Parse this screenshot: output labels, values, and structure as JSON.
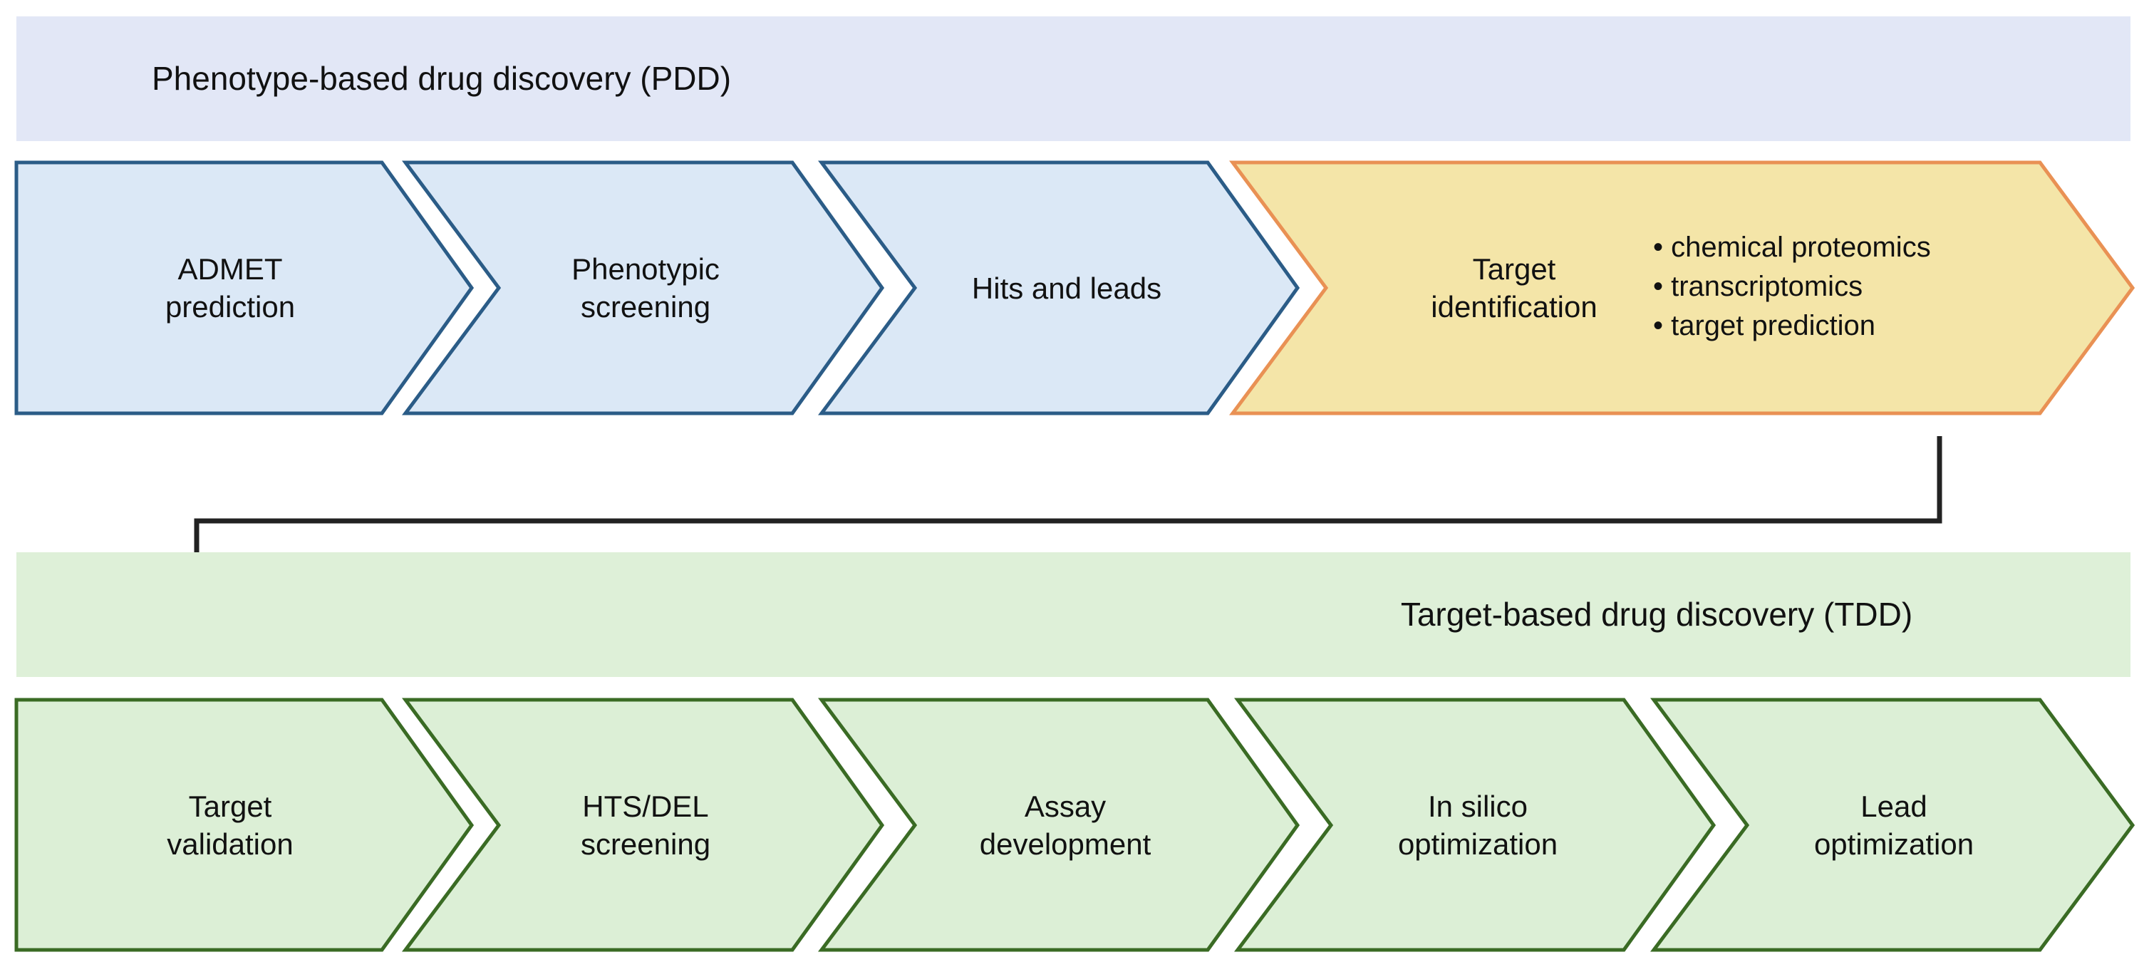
{
  "colors": {
    "pdd_banner_bg": "#E2E7F6",
    "tdd_banner_bg": "#DEF0D8",
    "blue_fill": "#DBE8F6",
    "blue_border": "#2B5C87",
    "orange_fill": "#F4E5A8",
    "orange_border": "#E99154",
    "green_fill": "#DCEFD6",
    "green_border": "#3A6B24",
    "connector": "#222222",
    "text": "#111111"
  },
  "pdd": {
    "title": "Phenotype-based drug discovery (PDD)",
    "steps": [
      {
        "label": "ADMET\nprediction"
      },
      {
        "label": "Phenotypic\nscreening"
      },
      {
        "label": "Hits and leads"
      },
      {
        "label": "Target\nidentification",
        "bullets": [
          "• chemical proteomics",
          "• transcriptomics",
          "• target prediction"
        ]
      }
    ]
  },
  "tdd": {
    "title": "Target-based drug discovery (TDD)",
    "steps": [
      {
        "label": "Target\nvalidation"
      },
      {
        "label": "HTS/DEL\nscreening"
      },
      {
        "label": "Assay\ndevelopment"
      },
      {
        "label": "In silico\noptimization"
      },
      {
        "label": "Lead\noptimization"
      }
    ]
  }
}
